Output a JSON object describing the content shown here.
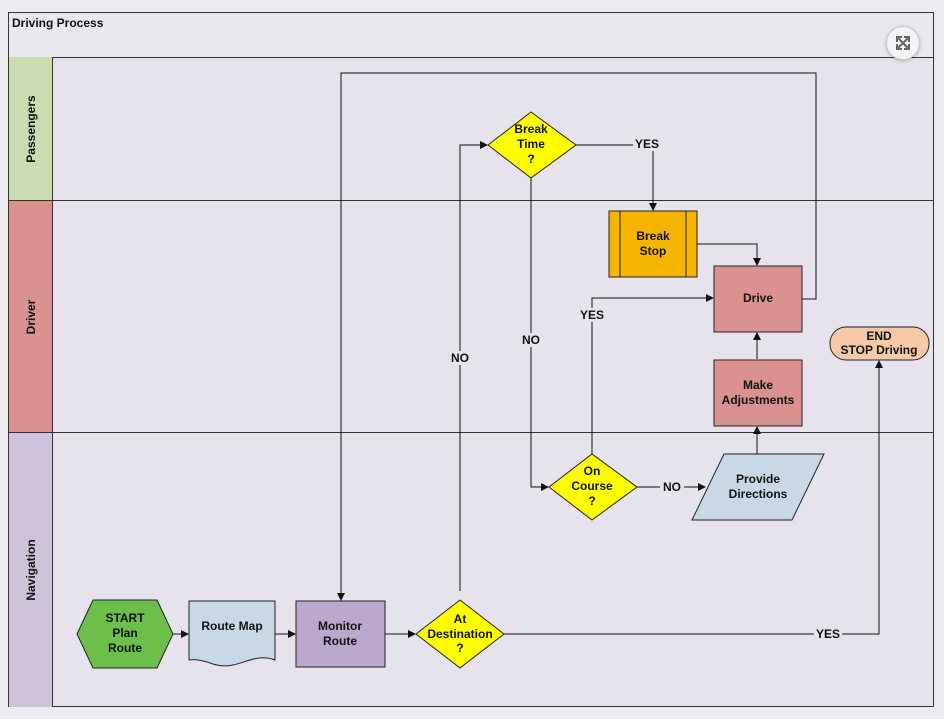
{
  "title": "Driving Process",
  "lanes": [
    {
      "name": "Passengers",
      "color": "#c9ddb0"
    },
    {
      "name": "Driver",
      "color": "#d9928f"
    },
    {
      "name": "Navigation",
      "color": "#cfc3dc"
    }
  ],
  "nodes": {
    "start": {
      "lines": [
        "START",
        "Plan",
        "Route"
      ],
      "color": "#6cc04a"
    },
    "route_map": {
      "lines": [
        "Route Map"
      ],
      "color": "#c8d8e6"
    },
    "monitor_route": {
      "lines": [
        "Monitor",
        "Route"
      ],
      "color": "#bca8cc"
    },
    "at_destination": {
      "lines": [
        "At",
        "Destination",
        "?"
      ],
      "color": "#ffff00"
    },
    "break_time": {
      "lines": [
        "Break",
        "Time",
        "?"
      ],
      "color": "#ffff00"
    },
    "break_stop": {
      "lines": [
        "Break",
        "Stop"
      ],
      "color": "#f5b400"
    },
    "drive": {
      "lines": [
        "Drive"
      ],
      "color": "#d9928f"
    },
    "make_adjustments": {
      "lines": [
        "Make",
        "Adjustments"
      ],
      "color": "#d9928f"
    },
    "on_course": {
      "lines": [
        "On",
        "Course",
        "?"
      ],
      "color": "#ffff00"
    },
    "provide_directions": {
      "lines": [
        "Provide",
        "Directions"
      ],
      "color": "#c8d8e6"
    },
    "end": {
      "lines": [
        "END",
        "STOP Driving"
      ],
      "color": "#f7c9a8"
    }
  },
  "edge_labels": {
    "break_time_yes": "YES",
    "break_time_no": "NO",
    "at_destination_no": "NO",
    "at_destination_yes": "YES",
    "on_course_yes": "YES",
    "on_course_no": "NO"
  },
  "icons": {
    "zoom": "expand-icon"
  }
}
